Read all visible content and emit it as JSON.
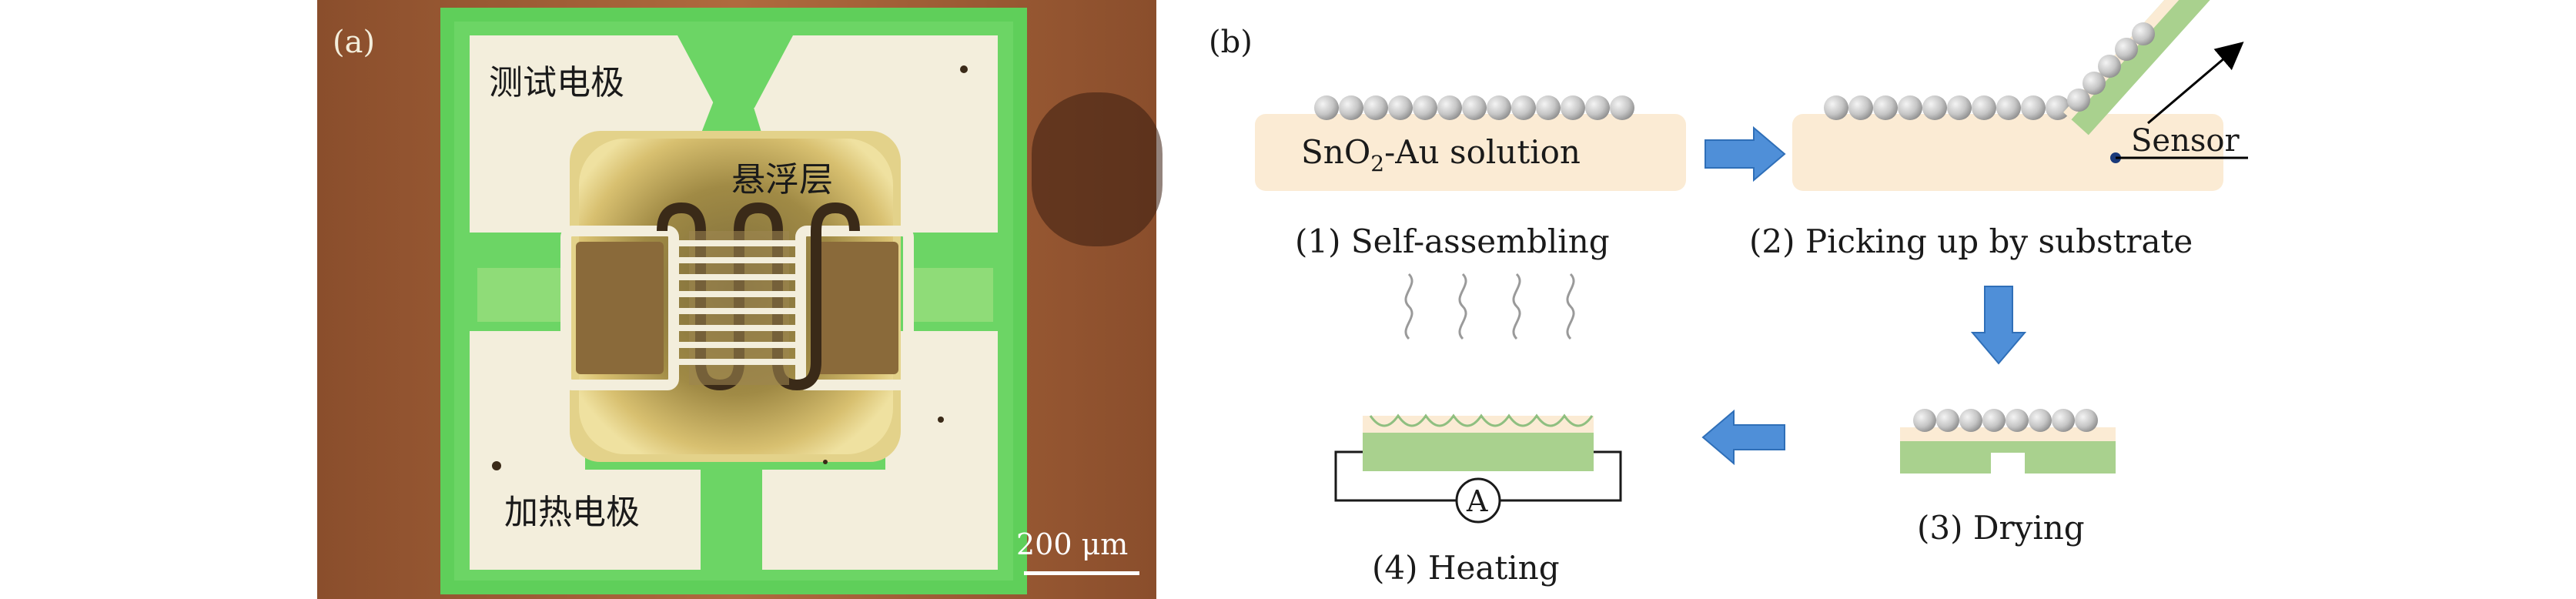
{
  "panel_a": {
    "label": "(a)",
    "test_electrode": "测试电极",
    "suspended_layer": "悬浮层",
    "heater_electrode": "加热电极",
    "scale_bar": "200 μm"
  },
  "panel_b": {
    "label": "(b)",
    "solution_label_pre": "SnO",
    "solution_label_sub": "2",
    "solution_label_post": "-Au solution",
    "sensor_label": "Sensor",
    "ammeter_label": "A",
    "step1": "(1) Self-assembling",
    "step2": "(2) Picking up by substrate",
    "step3": "(3) Drying",
    "step4": "(4) Heating"
  },
  "colors": {
    "chip_green": "#5fcf5a",
    "pad_cream": "#f3eedc",
    "wood_brown": "#9a5a35",
    "solution_peach": "#fbebd4",
    "substrate_green": "#a9d18e",
    "arrow_blue": "#4f8fd8",
    "nanoparticle_gray": "#c8c8c8"
  }
}
